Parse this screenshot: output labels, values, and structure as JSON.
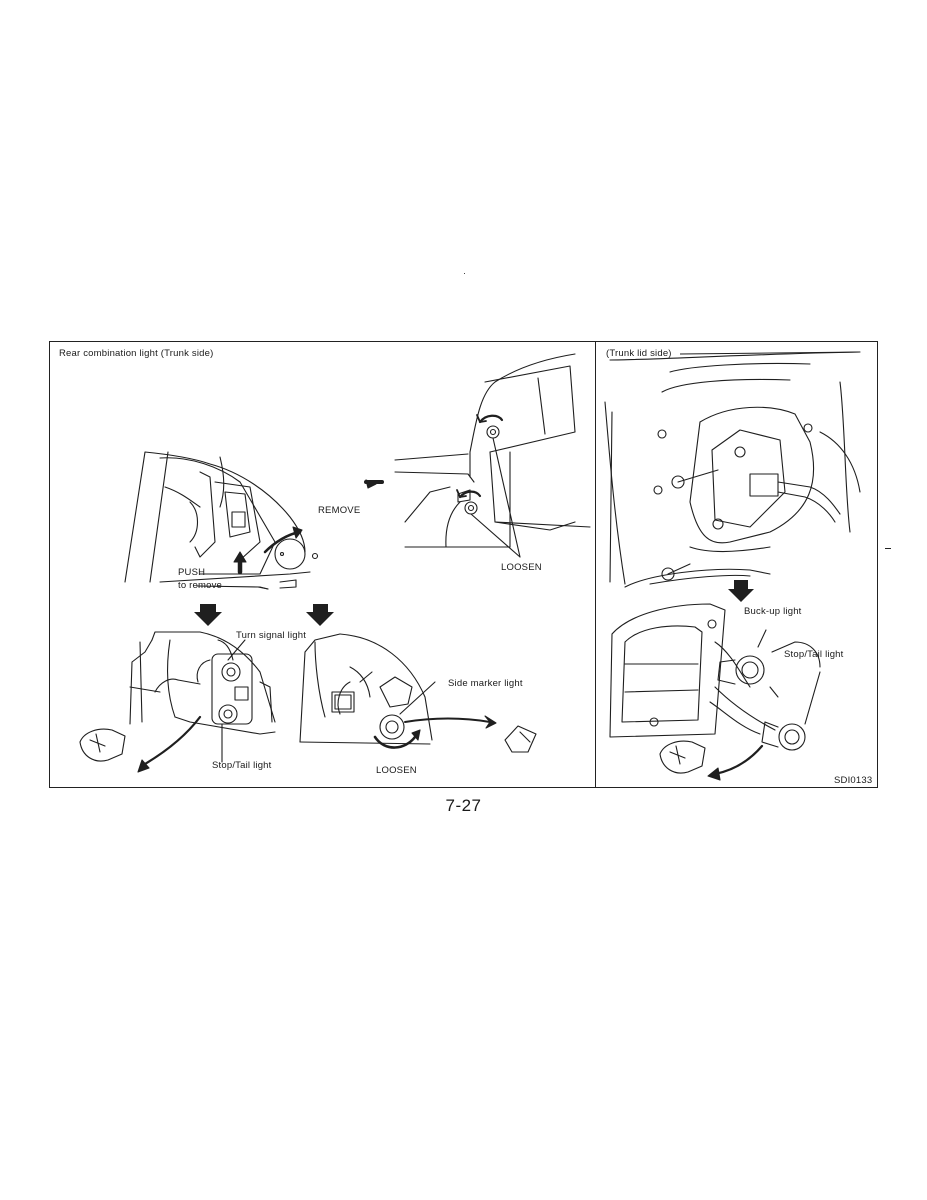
{
  "figure": {
    "left_title": "Rear combination light (Trunk side)",
    "right_title": "(Trunk lid side)",
    "labels": {
      "remove": "REMOVE",
      "push": "PUSH",
      "to_remove": "to remove",
      "loosen_top": "LOOSEN",
      "turn_signal": "Turn signal light",
      "stop_tail_left": "Stop/Tail light",
      "side_marker": "Side marker light",
      "loosen_bottom": "LOOSEN",
      "buck_up": "Buck-up light",
      "stop_tail_right": "Stop/Tail light"
    },
    "code": "SDI0133"
  },
  "page_number": "7-27"
}
